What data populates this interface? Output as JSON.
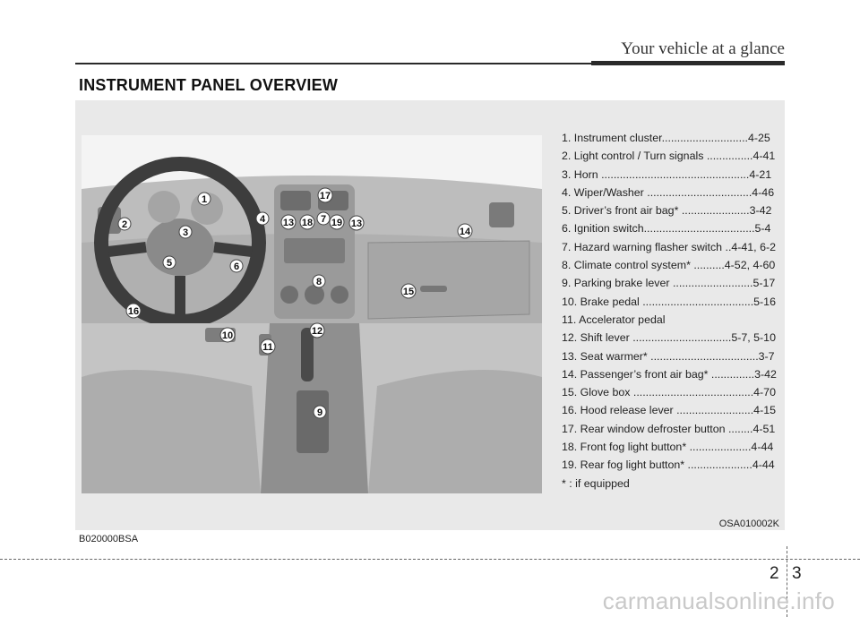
{
  "header": {
    "title": "Your vehicle at a glance"
  },
  "section": {
    "title": "INSTRUMENT PANEL OVERVIEW",
    "code": "B020000BSA"
  },
  "illustration": {
    "image_code": "OSA010002K",
    "callouts": [
      "1",
      "2",
      "3",
      "4",
      "5",
      "6",
      "7",
      "8",
      "9",
      "10",
      "11",
      "12",
      "13",
      "13",
      "14",
      "15",
      "16",
      "17",
      "18",
      "19"
    ]
  },
  "legend": [
    "1. Instrument cluster............................4-25",
    "2. Light control / Turn signals ...............4-41",
    "3. Horn ................................................4-21",
    "4. Wiper/Washer ..................................4-46",
    "5. Driver’s front air bag* ......................3-42",
    "6. Ignition switch....................................5-4",
    "7. Hazard warning flasher switch ..4-41, 6-2",
    "8. Climate control system* ..........4-52, 4-60",
    "9. Parking brake lever ..........................5-17",
    "10. Brake pedal ....................................5-16",
    "11. Accelerator pedal",
    "12. Shift lever ................................5-7, 5-10",
    "13. Seat warmer* ...................................3-7",
    "14. Passenger’s front air bag* ..............3-42",
    "15. Glove box .......................................4-70",
    "16. Hood release lever .........................4-15",
    "17. Rear window defroster button ........4-51",
    "18. Front fog light button* ....................4-44",
    "19. Rear fog light button* .....................4-44",
    "* : if equipped"
  ],
  "footer": {
    "page_left": "2",
    "page_right": "3",
    "watermark": "carmanualsonline.info"
  }
}
